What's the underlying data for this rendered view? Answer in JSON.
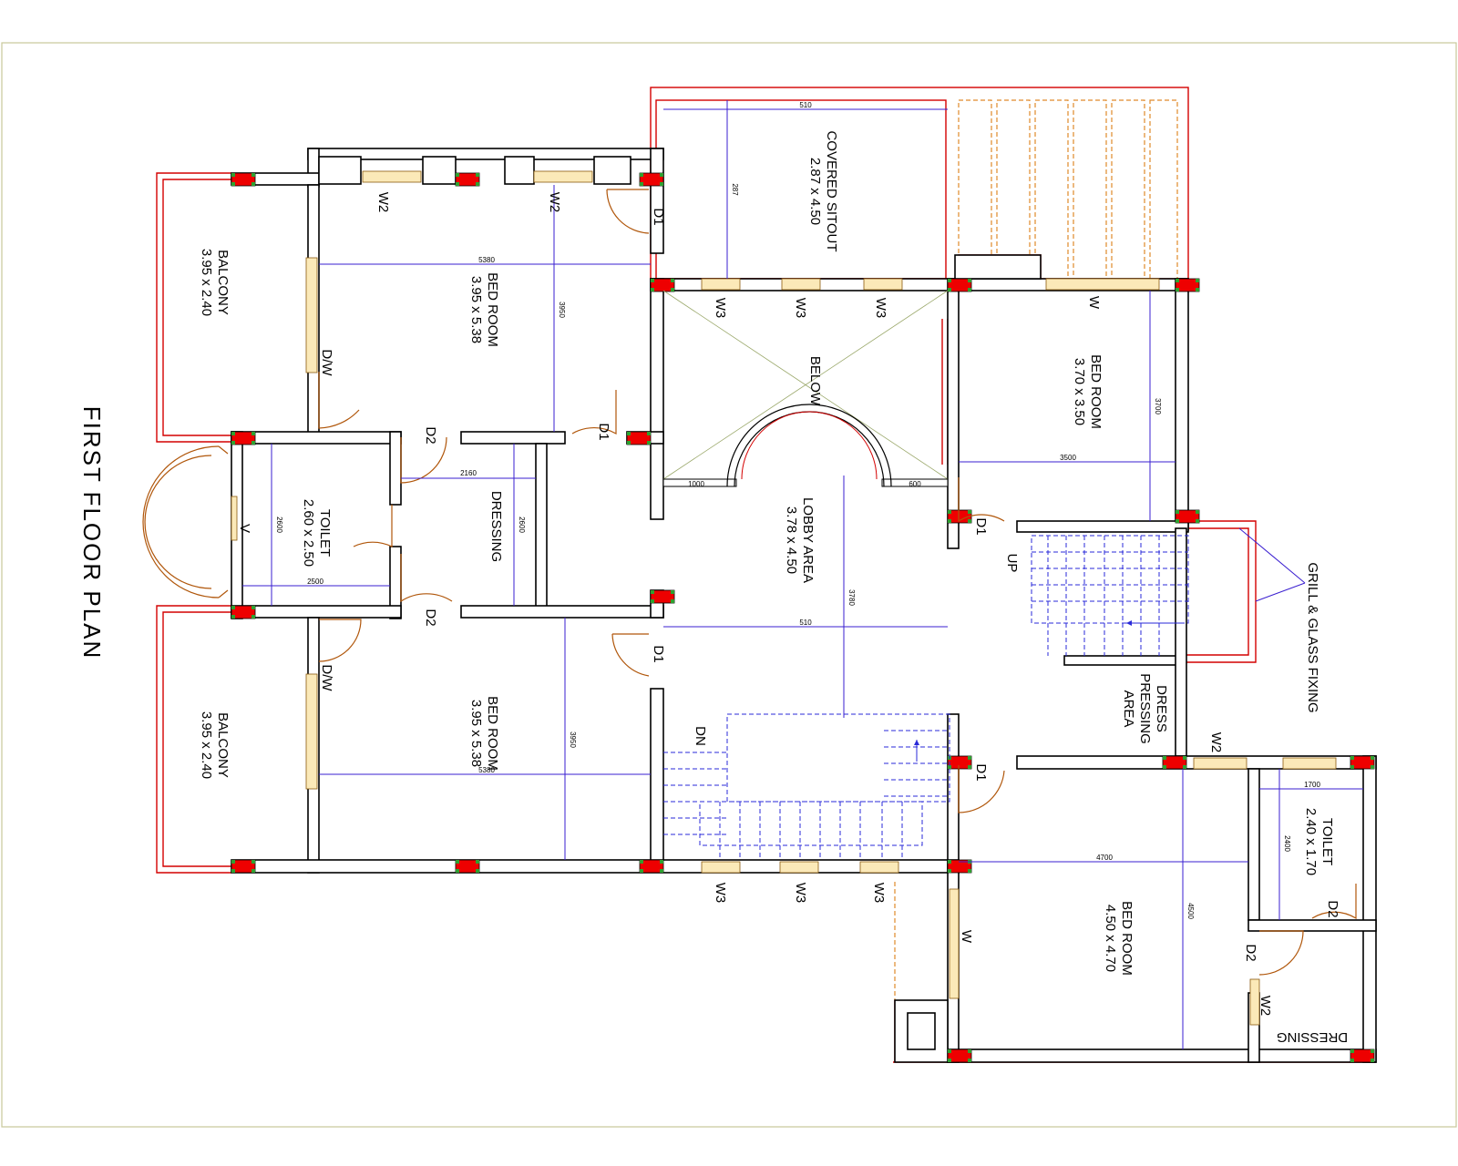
{
  "title": "FIRST FLOOR PLAN",
  "rooms": {
    "covered_sitout": {
      "name": "COVERED SITOUT",
      "size": "2.87 x 4.50"
    },
    "bedroom_top": {
      "name": "BED ROOM",
      "size": "3.95 x 5.38"
    },
    "balcony_top": {
      "name": "BALCONY",
      "size": "3.95 x 2.40"
    },
    "bedroom_right": {
      "name": "BED ROOM",
      "size": "3.70 x 3.50"
    },
    "below": {
      "name": "BELOW"
    },
    "toilet_left": {
      "name": "TOILET",
      "size": "2.60 x 2.50"
    },
    "dressing_left": {
      "name": "DRESSING"
    },
    "lobby": {
      "name": "LOBBY  AREA",
      "size": "3.78 x 4.50"
    },
    "balcony_bottom": {
      "name": "BALCONY",
      "size": "3.95 x 2.40"
    },
    "bedroom_bottom": {
      "name": "BED ROOM",
      "size": "3.95 x 5.38"
    },
    "dress_pressing": {
      "line1": "DRESS",
      "line2": "PRESSING",
      "line3": "AREA"
    },
    "toilet_right": {
      "name": "TOILET",
      "size": "2.40 x 1.70"
    },
    "bedroom_bottom_right": {
      "name": "BED ROOM",
      "size": "4.50 x 4.70"
    },
    "dressing_right": {
      "name": "DRESSING"
    }
  },
  "openings": {
    "w2": "W2",
    "w3": "W3",
    "w": "W",
    "d1": "D1",
    "d2": "D2",
    "dw": "D/W",
    "v": "V",
    "up": "UP",
    "dn": "DN"
  },
  "note": "GRILL & GLASS FIXING",
  "dims": {
    "d510": "510",
    "d287": "287",
    "d5380": "5380",
    "d3950": "3950",
    "d3700": "3700",
    "d3500": "3500",
    "d2160": "2160",
    "d2600": "2600",
    "d2500": "2500",
    "d1000": "1000",
    "d600": "600",
    "d3780": "3780",
    "d4700": "4700",
    "d1700": "1700",
    "d2400": "2400",
    "d4500": "4500"
  }
}
